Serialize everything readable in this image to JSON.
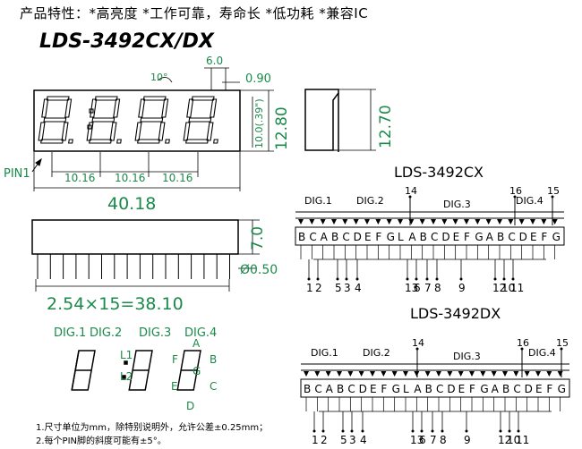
{
  "header": {
    "features": "产品特性：*高亮度 *工作可靠，寿命长 *低功耗 *兼容IC"
  },
  "title": "LDS-3492CX/DX",
  "front_view": {
    "dim_angle": "10°",
    "dim_width_top": "6.0",
    "dim_thick": "0.90",
    "dim_digit_h": "10.0(.39\")",
    "dim_height": "12.80",
    "pin1": "PIN1",
    "pitch": [
      "10.16",
      "10.16",
      "10.16"
    ],
    "total_width": "40.18"
  },
  "side_view": {
    "dim_height": "12.70"
  },
  "bottom_view": {
    "pin_len": "7.0",
    "pin_dia": "Ø0.50",
    "pin_span": "2.54×15=38.10"
  },
  "segment_diagram": {
    "dig_labels": [
      "DIG.1",
      "DIG.2",
      "DIG.3",
      "DIG.4"
    ],
    "colon_labels": [
      "L1",
      "L2"
    ],
    "seg_labels": [
      "A",
      "B",
      "C",
      "D",
      "E",
      "F",
      "G"
    ]
  },
  "circuits": [
    {
      "name": "LDS-3492CX",
      "digs": [
        "DIG.1",
        "DIG.2",
        "DIG.3",
        "DIG.4"
      ],
      "top_pins": [
        "14",
        "16",
        "15"
      ],
      "segments": "BC ABCDEFG L ABCDEFG ABCDEFG",
      "bottom_pins": [
        "1",
        "2",
        "5",
        "3",
        "4",
        "13",
        "6",
        "7",
        "8",
        "9",
        "12",
        "10",
        "11"
      ]
    },
    {
      "name": "LDS-3492DX",
      "digs": [
        "DIG.1",
        "DIG.2",
        "DIG.3",
        "DIG.4"
      ],
      "top_pins": [
        "14",
        "16",
        "15"
      ],
      "segments": "BC ABCDEFG L ABCDEFG ABCDEFG",
      "bottom_pins": [
        "1",
        "2",
        "5",
        "3",
        "4",
        "13",
        "6",
        "7",
        "8",
        "9",
        "12",
        "10",
        "11"
      ]
    }
  ],
  "notes": [
    "1.尺寸单位为mm，除特别说明外，允许公差±0.25mm；",
    "2.每个PIN脚的斜度可能有±5°。"
  ]
}
